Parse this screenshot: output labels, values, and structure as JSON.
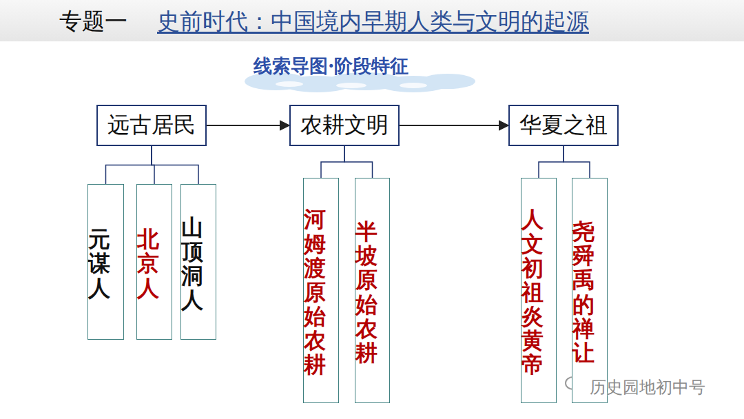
{
  "diagram": {
    "title": "史前时代：中国境内早期人类与文明的起源",
    "nodes": [
      {
        "text": [
          "远古居民"
        ]
      },
      {
        "text": [
          "元谋人"
        ]
      },
      {
        "text": [
          "北京人"
        ]
      },
      {
        "text": [
          "山顶洞人"
        ]
      },
      {
        "text": [
          "农耕文明"
        ]
      },
      {
        "text": [
          "河姆渡原始农耕"
        ]
      },
      {
        "text": [
          "半坡原始农耕"
        ]
      },
      {
        "text": [
          "华夏之祖"
        ]
      },
      {
        "text": [
          "人文初祖炎黄帝"
        ]
      },
      {
        "text": [
          "尧舜禹的禅让"
        ]
      }
    ],
    "edges": [
      {
        "from": 0,
        "to": 4,
        "arrow": "to"
      },
      {
        "from": 4,
        "to": 7,
        "arrow": "to"
      },
      {
        "from": 0,
        "to": 1,
        "arrow": "none"
      },
      {
        "from": 0,
        "to": 2,
        "arrow": "none"
      },
      {
        "from": 0,
        "to": 3,
        "arrow": "none"
      },
      {
        "from": 4,
        "to": 5,
        "arrow": "none"
      },
      {
        "from": 4,
        "to": 6,
        "arrow": "none"
      },
      {
        "from": 7,
        "to": 8,
        "arrow": "none"
      },
      {
        "from": 7,
        "to": 9,
        "arrow": "none"
      }
    ],
    "labels": [
      "专题一",
      "线索导图·阶段特征",
      "历史园地初中号"
    ]
  }
}
